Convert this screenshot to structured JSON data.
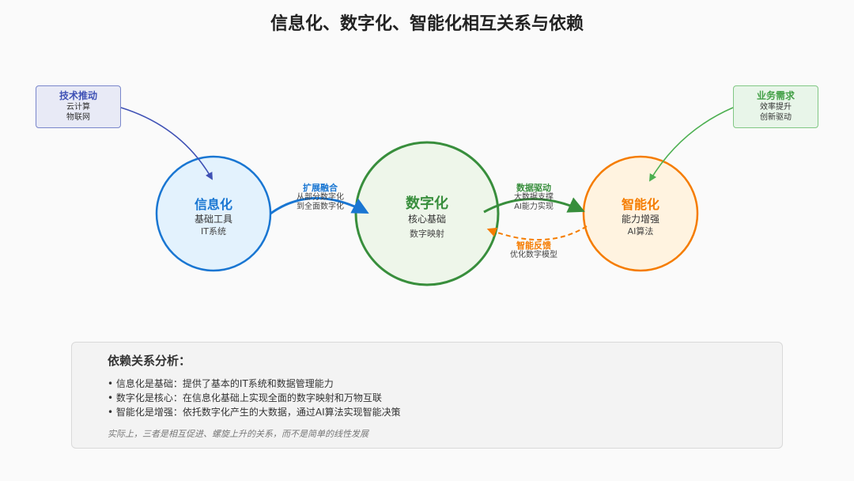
{
  "title": "信息化、数字化、智能化相互关系与依赖",
  "colors": {
    "info": "#1976d2",
    "info_fill": "#e3f2fd",
    "digital": "#388e3c",
    "digital_fill": "#eef6ea",
    "smart": "#f57c00",
    "smart_fill": "#fff3e0",
    "tech": "#3f51b5",
    "biz": "#4caf50"
  },
  "tech_box": {
    "title": "技术推动",
    "lines": [
      "云计算",
      "物联网"
    ]
  },
  "biz_box": {
    "title": "业务需求",
    "lines": [
      "效率提升",
      "创新驱动"
    ]
  },
  "circles": {
    "info": {
      "title": "信息化",
      "lines": [
        "基础工具",
        "IT系统"
      ]
    },
    "digital": {
      "title": "数字化",
      "lines": [
        "核心基础",
        "数字映射"
      ]
    },
    "smart": {
      "title": "智能化",
      "lines": [
        "能力增强",
        "AI算法"
      ]
    }
  },
  "edges": {
    "expand": {
      "title": "扩展融合",
      "lines": [
        "从部分数字化",
        "到全面数字化"
      ]
    },
    "data": {
      "title": "数据驱动",
      "lines": [
        "大数据支撑",
        "AI能力实现"
      ]
    },
    "feedback": {
      "title": "智能反馈",
      "lines": [
        "优化数字模型"
      ]
    }
  },
  "analysis": {
    "title": "依赖关系分析：",
    "items": [
      "信息化是基础：提供了基本的IT系统和数据管理能力",
      "数字化是核心：在信息化基础上实现全面的数字映射和万物互联",
      "智能化是增强：依托数字化产生的大数据，通过AI算法实现智能决策"
    ],
    "note": "实际上，三者是相互促进、螺旋上升的关系，而不是简单的线性发展"
  }
}
